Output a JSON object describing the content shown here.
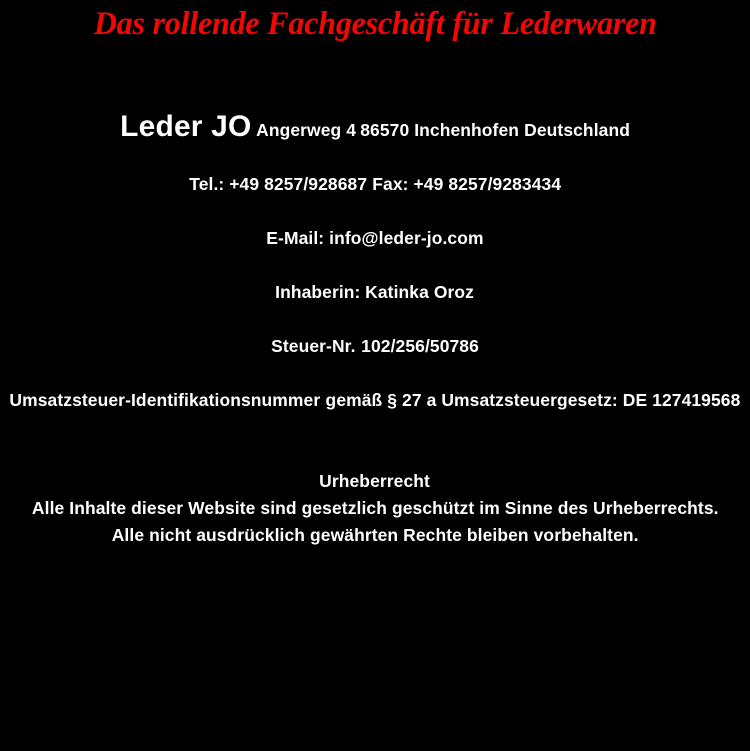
{
  "meta": {
    "background_color": "#000000",
    "text_color": "#ffffff",
    "accent_color": "#f60505"
  },
  "headline": {
    "text": "Das rollende Fachgeschäft für Lederwaren"
  },
  "imprint": {
    "company": "Leder JO",
    "address": {
      "street": "Angerweg 4",
      "postal_city": "86570 Inchenhofen",
      "country": "Deutschland"
    },
    "contact": {
      "phone": "Tel.: +49 8257/928687",
      "fax": "Fax: +49 8257/9283434",
      "email": "E-Mail: info@leder-jo.com"
    },
    "owner": {
      "label": "Inhaberin:",
      "name": "Katinka Oroz"
    },
    "tax": {
      "label": "Steuer-Nr.",
      "number": "102/256/50786"
    },
    "vat": {
      "label": "Umsatzsteuer-Identifikationsnummer",
      "detail": "gemäß § 27 a Umsatzsteuergesetz: DE 127419568"
    },
    "copyright": {
      "heading": "Urheberrecht",
      "line1": "Alle Inhalte dieser Website sind gesetzlich geschützt im Sinne des Urheberrechts.",
      "line2": "Alle nicht ausdrücklich gewährten Rechte bleiben vorbehalten."
    }
  }
}
